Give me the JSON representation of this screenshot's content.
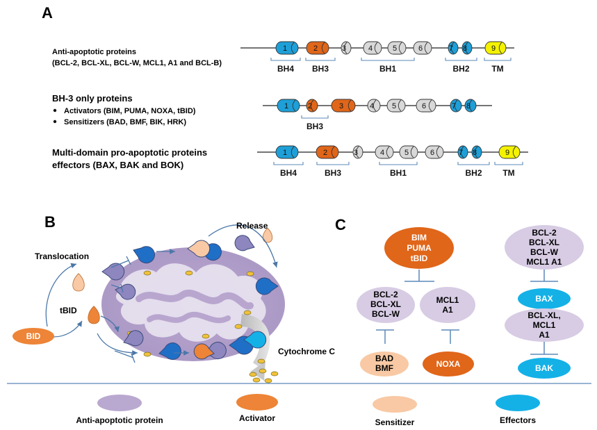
{
  "panel_a": {
    "letter": "A",
    "rows": [
      {
        "desc_lines": [
          "Anti-apoptotic proteins",
          "(BCL-2, BCL-XL, BCL-W, MCL1, A1 and BCL-B)"
        ],
        "domain_numbers": [
          "1",
          "2",
          "3",
          "4",
          "5",
          "6",
          "7",
          "8",
          "9"
        ],
        "region_labels": [
          "BH4",
          "BH3",
          "BH1",
          "BH2",
          "TM"
        ]
      },
      {
        "title": "BH-3 only proteins",
        "bullets": [
          "Activators (BIM, PUMA, NOXA, tBID)",
          "Sensitizers (BAD, BMF, BIK, HRK)"
        ],
        "domain_numbers": [
          "1",
          "2",
          "3",
          "4",
          "5",
          "6",
          "7",
          "8"
        ],
        "region_labels": [
          "BH3"
        ]
      },
      {
        "desc_lines": [
          "Multi-domain pro-apoptotic proteins",
          " effectors (BAX, BAK and BOK)"
        ],
        "domain_numbers": [
          "1",
          "2",
          "3",
          "4",
          "5",
          "6",
          "7",
          "8",
          "9"
        ],
        "region_labels": [
          "BH4",
          "BH3",
          "BH1",
          "BH2",
          "TM"
        ]
      }
    ]
  },
  "panel_b": {
    "letter": "B",
    "translocation": "Translocation",
    "release": "Release",
    "tbid": "tBID",
    "bid": "BID",
    "cytochrome": "Cytochrome C"
  },
  "panel_c": {
    "letter": "C",
    "activators": [
      "BIM",
      "PUMA",
      "tBID"
    ],
    "anti_left": [
      "BCL-2",
      "BCL-XL",
      "BCL-W"
    ],
    "anti_mcl": [
      "MCL1",
      "A1"
    ],
    "sensitizer": [
      "BAD",
      "BMF"
    ],
    "noxa": "NOXA",
    "anti_right": [
      "BCL-2",
      "BCL-XL",
      "BCL-W",
      "MCL1 A1"
    ],
    "bax": "BAX",
    "anti_right2": [
      "BCL-XL,",
      "MCL1",
      "A1"
    ],
    "bak": "BAK"
  },
  "legend": {
    "anti": "Anti-apoptotic protein",
    "activator": "Activator",
    "sensitizer": "Sensitizer",
    "effectors": "Effectors"
  },
  "colors": {
    "bh4": "#1e9fd8",
    "bh3": "#e0661a",
    "grey": "#d8d8d8",
    "bh2": "#1e9fd8",
    "tm": "#f4f200",
    "anti": "#b9a8cf",
    "activator": "#ed8437",
    "sensitizer": "#f8c9a4",
    "effector": "#14b1e7",
    "blue_line": "#5b88b8"
  }
}
